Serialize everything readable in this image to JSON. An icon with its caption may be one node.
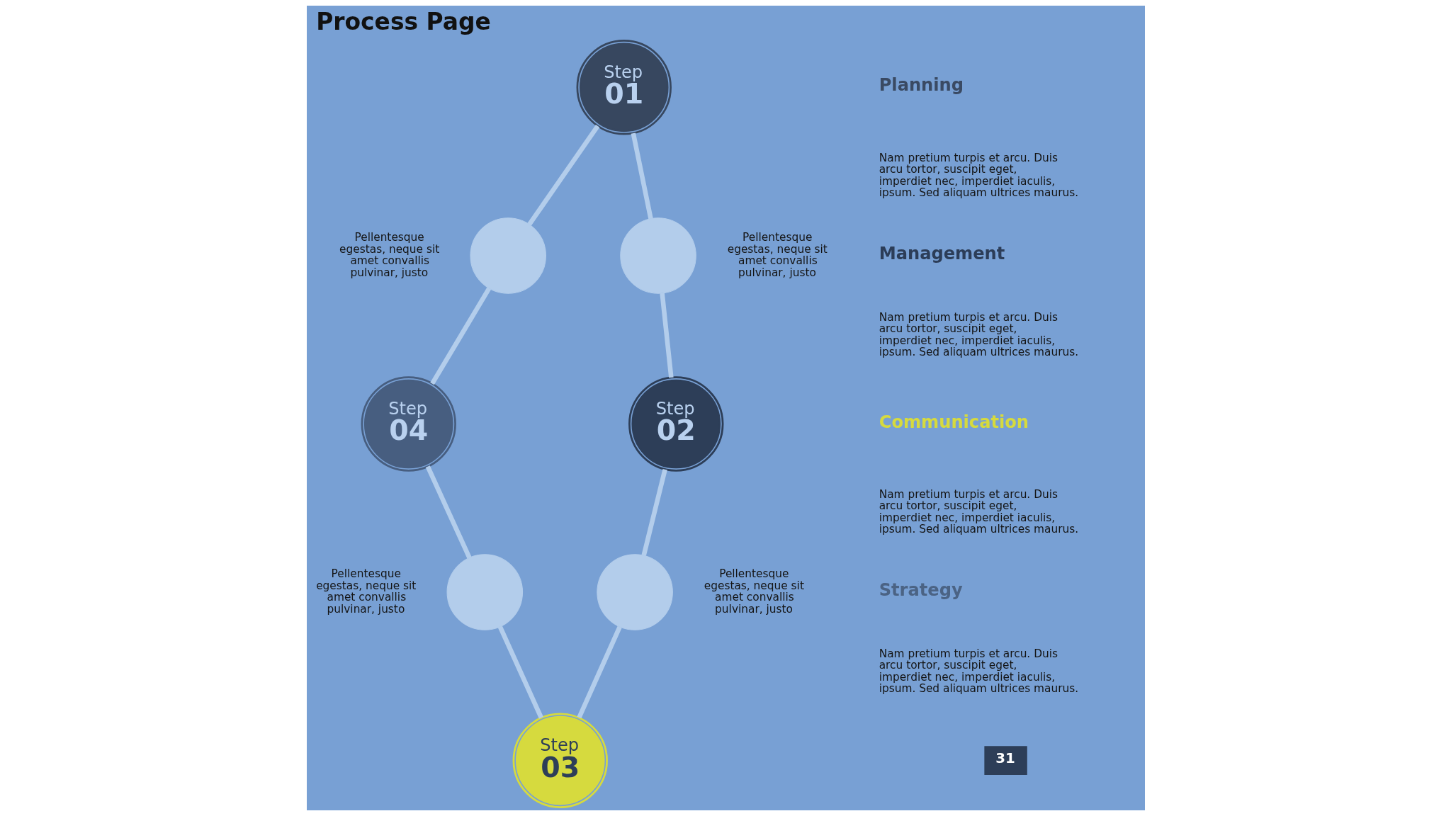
{
  "diagram": {
    "title": "Process Page",
    "nodes": [
      {
        "text": [
          "Step",
          "01"
        ]
      },
      {
        "text": [],
        "shape": "circle",
        "beside": [
          "Pellentesque egestas, neque sit amet convallis pulvinar, justo"
        ]
      },
      {
        "text": [],
        "shape": "circle",
        "beside": [
          "Pellentesque egestas, neque sit amet convallis pulvinar, justo"
        ]
      },
      {
        "text": [
          "Step",
          "04"
        ]
      },
      {
        "text": [
          "Step",
          "02"
        ]
      },
      {
        "text": [],
        "shape": "circle",
        "beside": [
          "Pellentesque egestas, neque sit amet convallis pulvinar, justo"
        ]
      },
      {
        "text": [],
        "shape": "circle",
        "beside": [
          "Pellentesque egestas, neque sit amet convallis pulvinar, justo"
        ]
      },
      {
        "text": [
          "Step",
          "03"
        ]
      },
      {
        "text": [
          "31"
        ]
      }
    ],
    "edges": [
      {
        "from": 0,
        "to": 1,
        "arrow": "none"
      },
      {
        "from": 0,
        "to": 2,
        "arrow": "none"
      },
      {
        "from": 1,
        "to": 3,
        "arrow": "none"
      },
      {
        "from": 2,
        "to": 4,
        "arrow": "none"
      },
      {
        "from": 3,
        "to": 5,
        "arrow": "none"
      },
      {
        "from": 4,
        "to": 6,
        "arrow": "none"
      },
      {
        "from": 5,
        "to": 7,
        "arrow": "none"
      },
      {
        "from": 6,
        "to": 7,
        "arrow": "none"
      }
    ],
    "labels": [
      "Planning",
      "Nam pretium turpis et arcu. Duis arcu tortor, suscipit eget, imperdiet nec, imperdiet iaculis, ipsum. Sed aliquam ultrices maurus.",
      "Management",
      "Nam pretium turpis et arcu. Duis arcu tortor, suscipit eget, imperdiet nec, imperdiet iaculis, ipsum. Sed aliquam ultrices maurus.",
      "Communication",
      "Nam pretium turpis et arcu. Duis arcu tortor, suscipit eget, imperdiet nec, imperdiet iaculis, ipsum. Sed aliquam ultrices maurus.",
      "Strategy",
      "Nam pretium turpis et arcu. Duis arcu tortor, suscipit eget, imperdiet nec, imperdiet iaculis, ipsum. Sed aliquam ultrices maurus."
    ]
  }
}
